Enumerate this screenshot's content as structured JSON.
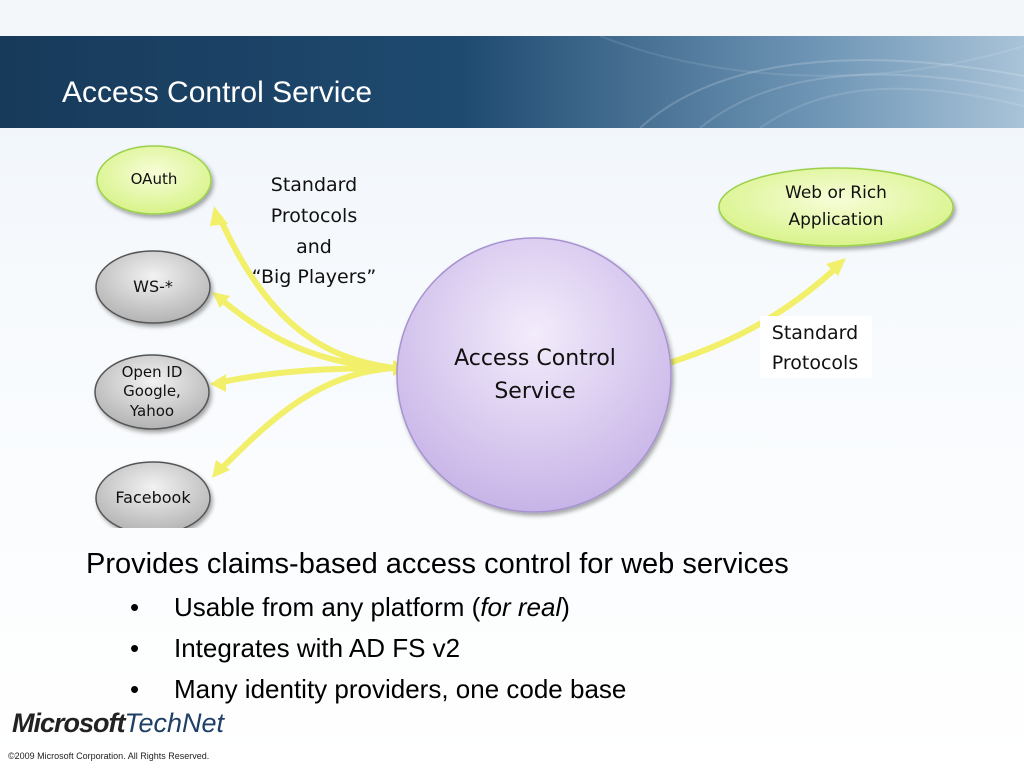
{
  "slide": {
    "title": "Access Control Service"
  },
  "diagram": {
    "left_nodes": [
      {
        "id": "oauth",
        "label": "OAuth"
      },
      {
        "id": "ws",
        "label": "WS-*"
      },
      {
        "id": "openid",
        "label": "Open ID\nGoogle,\nYahoo"
      },
      {
        "id": "facebook",
        "label": "Facebook"
      }
    ],
    "center_node": {
      "label": "Access Control\nService"
    },
    "right_node": {
      "label": "Web or Rich\nApplication"
    },
    "left_annotation": "Standard\nProtocols\nand\n“Big Players”",
    "right_annotation": "Standard\nProtocols",
    "colors": {
      "green_node": "#ecfab4",
      "gray_node": "#d9d9d9",
      "center_node": "#dcccf2",
      "arrow": "#f7f57a",
      "title_band": "#1c4366"
    }
  },
  "body": {
    "main": "Provides claims-based access control for web services",
    "bullets": [
      {
        "text": "Usable from any platform (",
        "italic": "for real",
        "tail": ")"
      },
      {
        "text": "Integrates with AD FS v2"
      },
      {
        "text": "Many identity providers, one code base"
      }
    ]
  },
  "footer": {
    "logo_brand": "Microsoft",
    "logo_product": "TechNet",
    "copyright": "©2009 Microsoft Corporation.  All Rights Reserved."
  }
}
